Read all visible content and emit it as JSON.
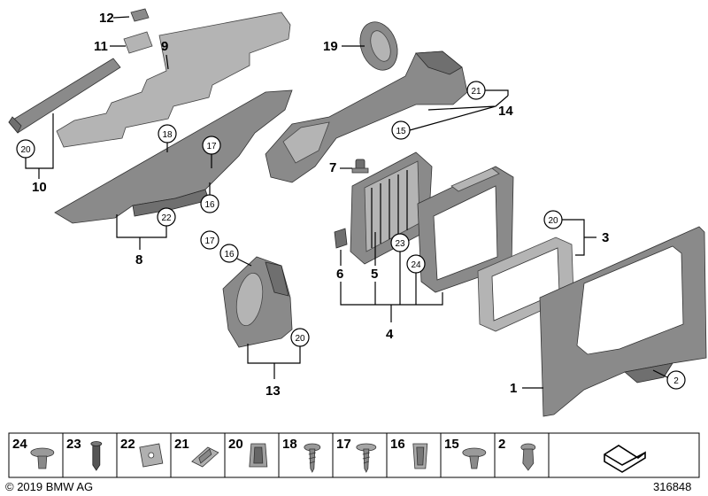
{
  "footer": {
    "copyright": "© 2019 BMW AG",
    "diagram_number": "316848"
  },
  "callouts": {
    "c1": "1",
    "c3": "3",
    "c4": "4",
    "c5": "5",
    "c6": "6",
    "c7": "7",
    "c8": "8",
    "c9": "9",
    "c10": "10",
    "c11": "11",
    "c12": "12",
    "c13": "13",
    "c14": "14",
    "c19": "19"
  },
  "circled": {
    "c2": "2",
    "c15": "15",
    "c16a": "16",
    "c16b": "16",
    "c17a": "17",
    "c17b": "17",
    "c18": "18",
    "c20a": "20",
    "c20b": "20",
    "c20c": "20",
    "c21": "21",
    "c22": "22",
    "c23": "23",
    "c24": "24"
  },
  "strip": [
    {
      "num": "24",
      "icon": "expanding-rivet-icon"
    },
    {
      "num": "23",
      "icon": "plug-pin-icon"
    },
    {
      "num": "22",
      "icon": "sheet-nut-icon"
    },
    {
      "num": "21",
      "icon": "bracket-clip-icon"
    },
    {
      "num": "20",
      "icon": "spring-clip-icon"
    },
    {
      "num": "18",
      "icon": "panhead-screw-icon"
    },
    {
      "num": "17",
      "icon": "flanged-screw-icon"
    },
    {
      "num": "16",
      "icon": "expanding-nut-icon"
    },
    {
      "num": "15",
      "icon": "push-rivet-icon"
    },
    {
      "num": "2",
      "icon": "grommet-clip-icon"
    },
    {
      "num": "",
      "icon": "gasket-symbol-icon"
    }
  ]
}
